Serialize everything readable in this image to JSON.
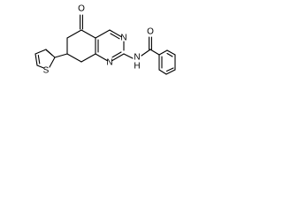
{
  "molecule": {
    "atoms": {
      "ketone_oxygen": "O",
      "ring_nitrogen_upper": "N",
      "ring_nitrogen_lower": "N",
      "amide_nitrogen": "N",
      "amide_hydrogen": "H",
      "amide_oxygen": "O",
      "thiophene_sulfur": "S"
    }
  }
}
